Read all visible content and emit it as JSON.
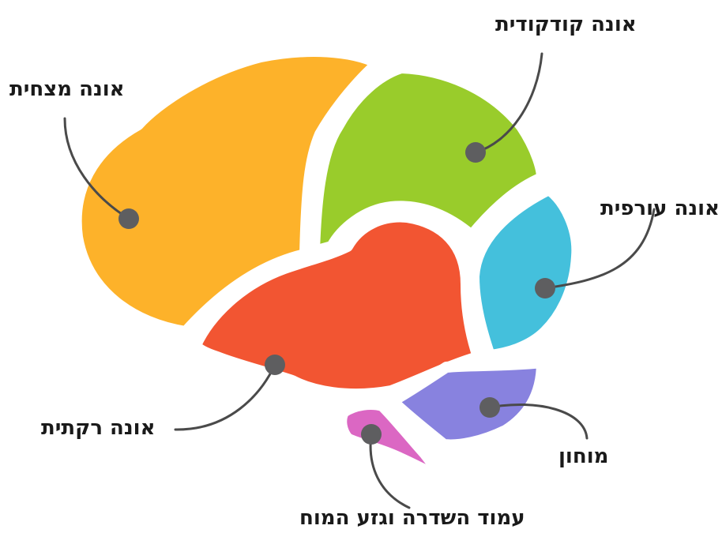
{
  "colors": {
    "frontal": "#FDB22A",
    "parietal": "#99CC2B",
    "occipital": "#44C0DC",
    "temporal": "#F25532",
    "cerebellum": "#8882DF",
    "brainstem": "#DB67C3",
    "leader_line": "#4A4A4A",
    "dot": "#5E5E60",
    "label_text": "#1A1A1A"
  },
  "labels": {
    "frontal": "אונה מצחית",
    "parietal": "אונה קודקודית",
    "occipital": "אונה עורפית",
    "temporal": "אונה רקתית",
    "cerebellum": "מוחון",
    "brainstem": "עמוד השדרה וגזע המוח"
  }
}
